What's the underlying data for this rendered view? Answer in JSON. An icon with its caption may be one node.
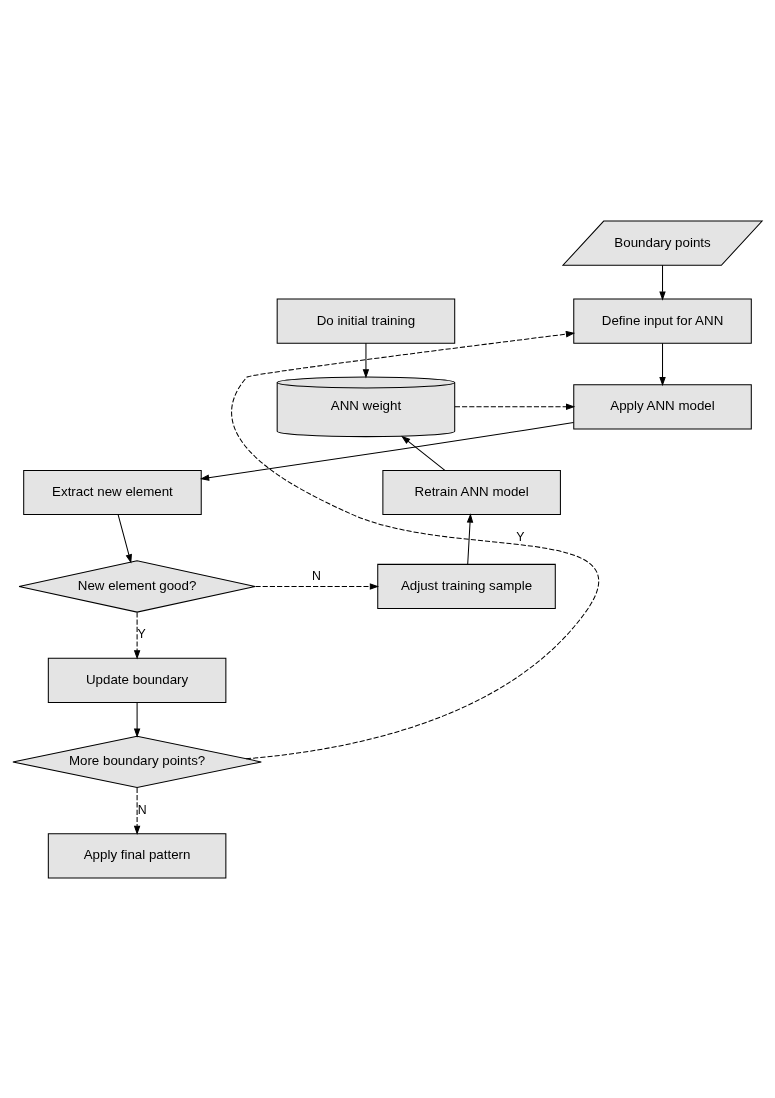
{
  "diagram": {
    "nodes": [
      {
        "text": [
          "Boundary points"
        ]
      },
      {
        "text": [
          "Define input for ANN"
        ]
      },
      {
        "text": [
          "Do initial training"
        ]
      },
      {
        "text": [
          "Apply ANN model"
        ]
      },
      {
        "text": [
          "ANN weight"
        ]
      },
      {
        "text": [
          "Extract new element"
        ]
      },
      {
        "text": [
          "Retrain ANN model"
        ]
      },
      {
        "text": [
          "New element good?"
        ]
      },
      {
        "text": [
          "Adjust training sample"
        ]
      },
      {
        "text": [
          "Update boundary"
        ]
      },
      {
        "text": [
          "More boundary points?"
        ]
      },
      {
        "text": [
          "Apply final pattern"
        ]
      }
    ],
    "edges": [
      {
        "from": 0,
        "to": 1,
        "arrow": "to"
      },
      {
        "from": 1,
        "to": 3,
        "arrow": "to"
      },
      {
        "from": 2,
        "to": 4,
        "arrow": "to"
      },
      {
        "from": 4,
        "to": 3,
        "arrow": "to",
        "style": "dashed"
      },
      {
        "from": 3,
        "to": 5,
        "arrow": "to"
      },
      {
        "from": 5,
        "to": 7,
        "arrow": "to"
      },
      {
        "from": 7,
        "to": 8,
        "arrow": "to",
        "label": "N",
        "style": "dashed"
      },
      {
        "from": 8,
        "to": 6,
        "arrow": "to"
      },
      {
        "from": 6,
        "to": 4,
        "arrow": "to"
      },
      {
        "from": 7,
        "to": 9,
        "arrow": "to",
        "label": "Y",
        "style": "dashed"
      },
      {
        "from": 9,
        "to": 10,
        "arrow": "to"
      },
      {
        "from": 10,
        "to": 1,
        "arrow": "to",
        "label": "Y",
        "style": "dashed"
      },
      {
        "from": 10,
        "to": 11,
        "arrow": "to",
        "label": "N",
        "style": "dashed"
      }
    ]
  }
}
